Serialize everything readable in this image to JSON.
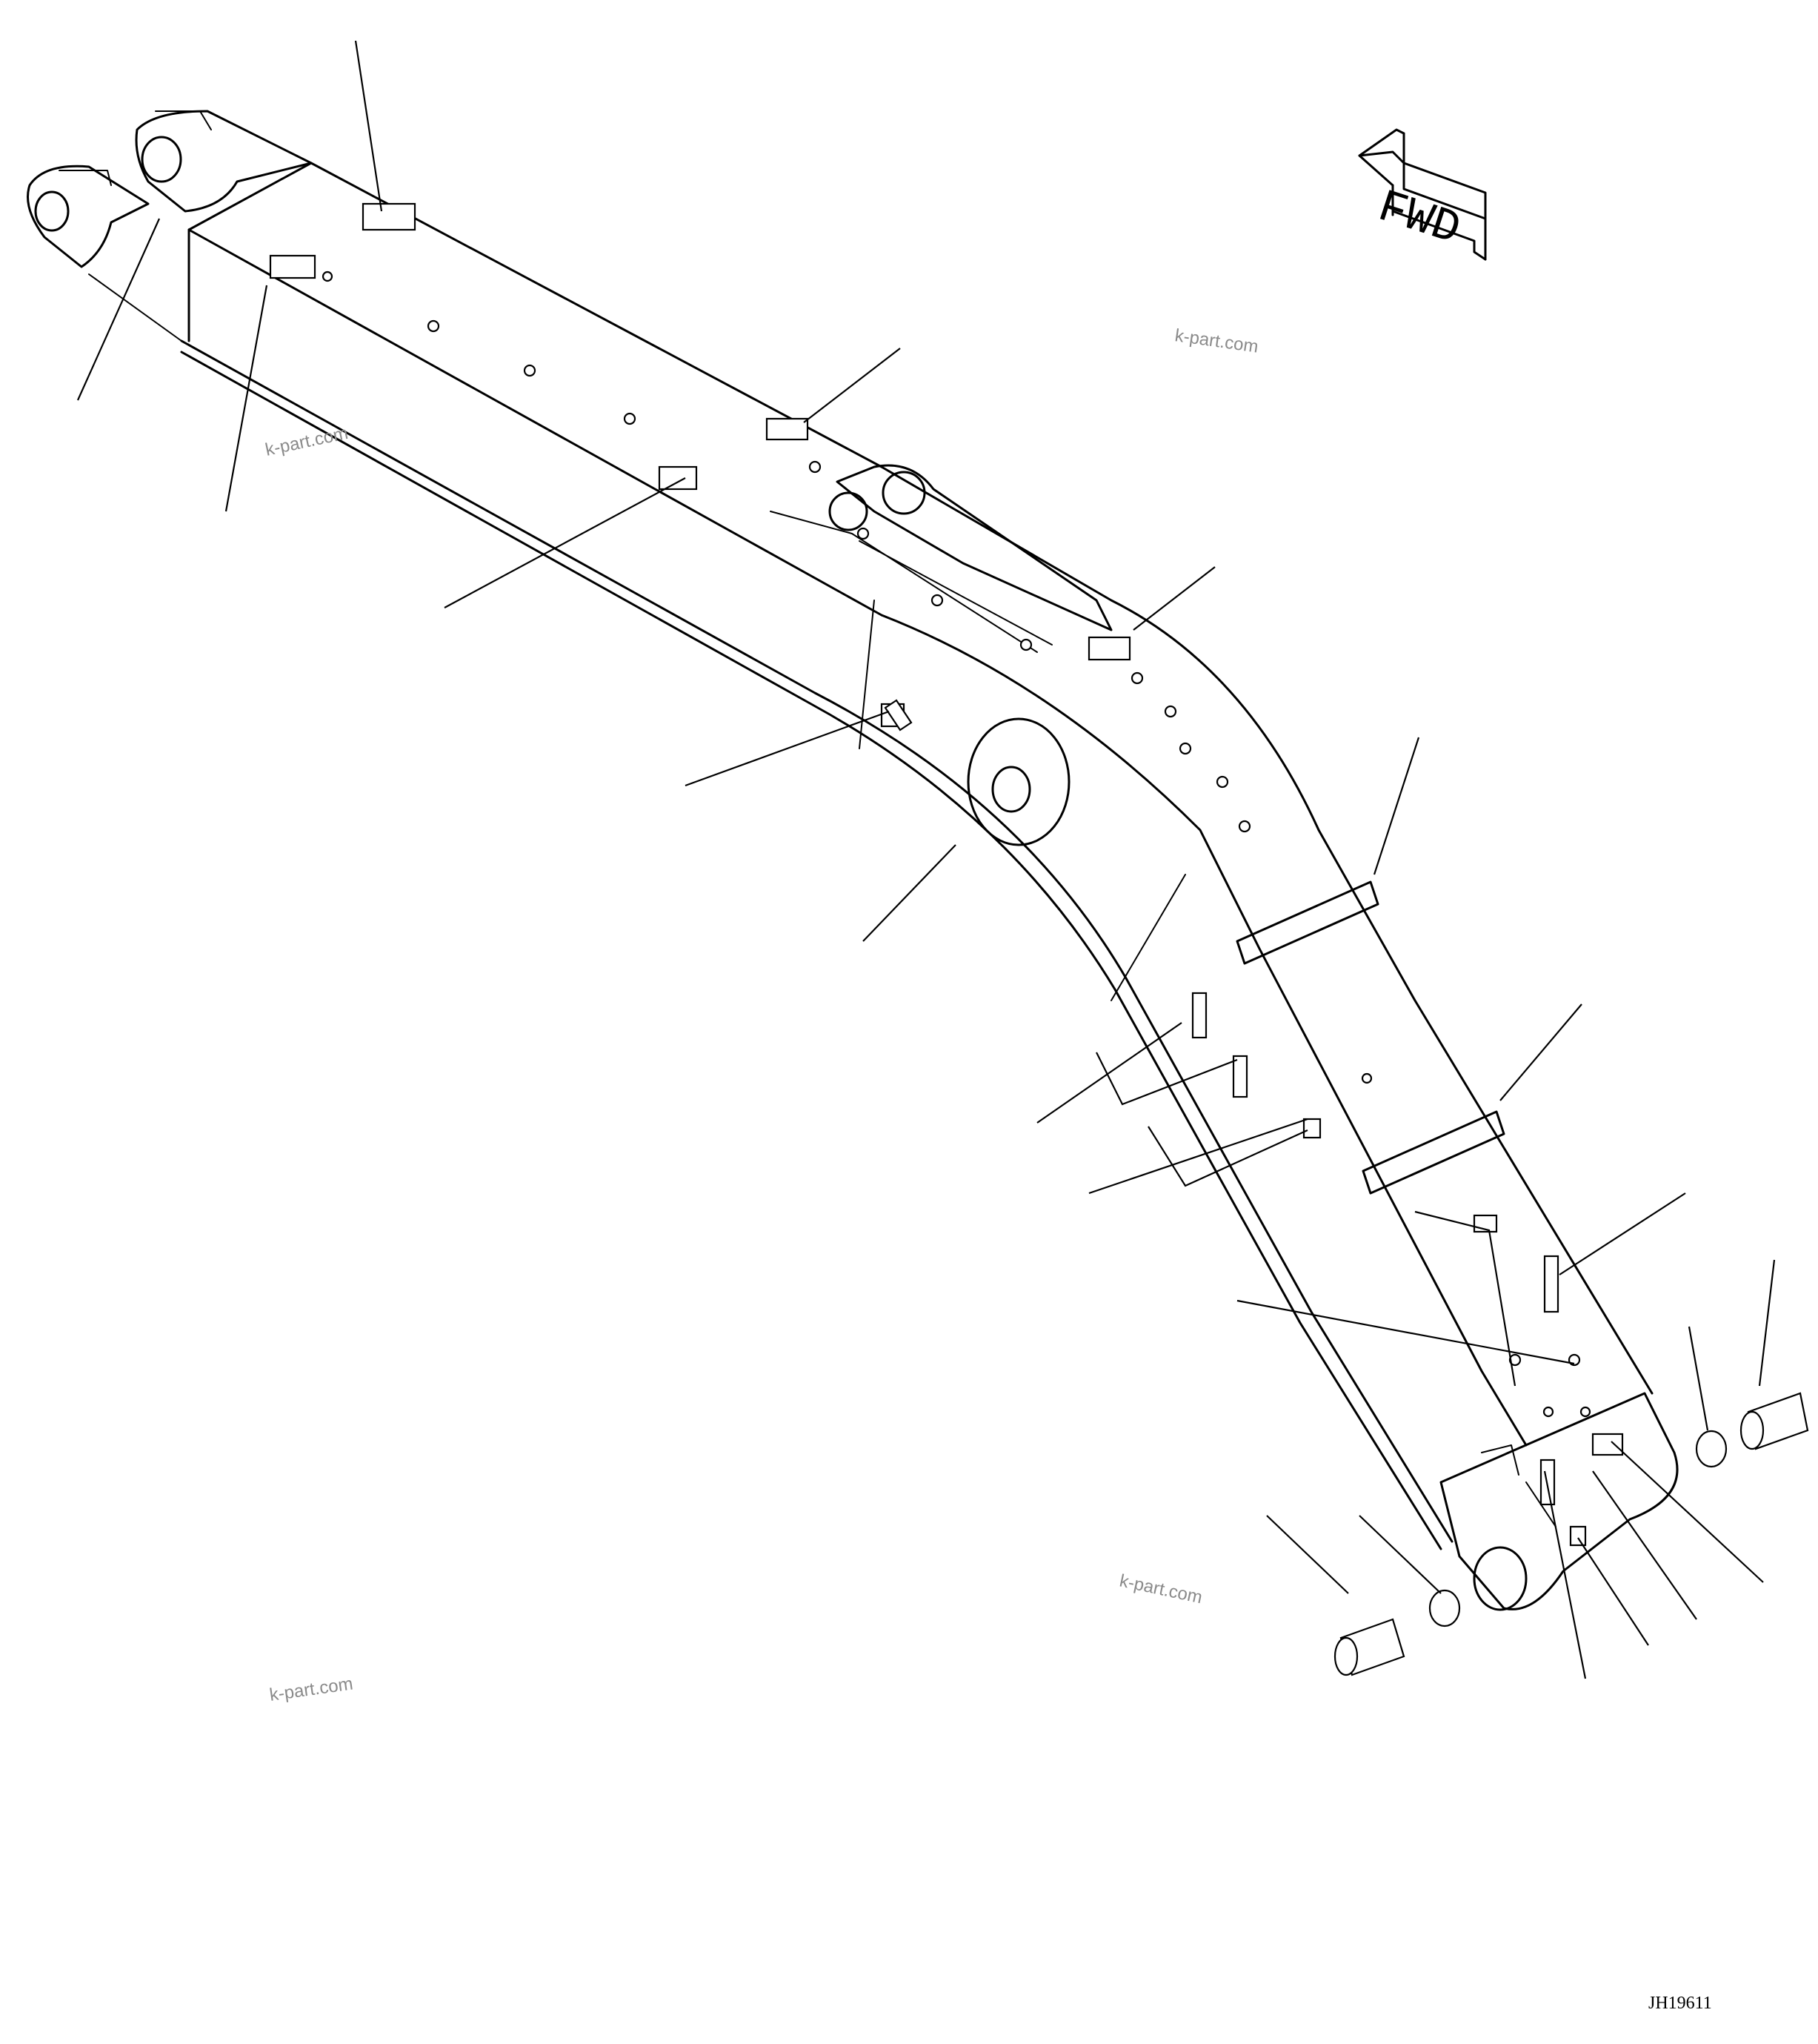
{
  "direction_label": "FWD",
  "watermarks": [
    "k-part.com",
    "k-part.com",
    "k-part.com",
    "k-part.com"
  ],
  "figure_code": "JH19611",
  "icons": {
    "direction_arrow": "fwd-arrow-icon"
  },
  "colors": {
    "line": "#000000",
    "watermark": "#8a8a8a",
    "background": "#ffffff"
  }
}
